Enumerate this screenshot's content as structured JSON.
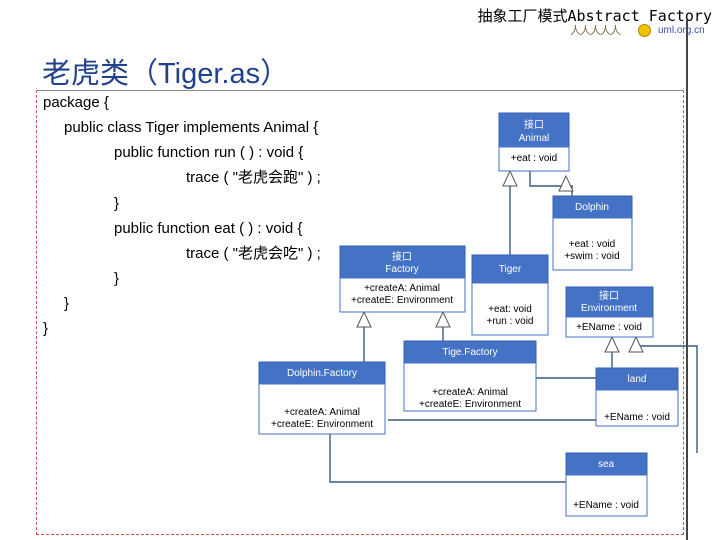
{
  "header": {
    "title": "抽象工厂模式Abstract Factory",
    "logo_url": "uml.org.cn"
  },
  "slide": {
    "title": "老虎类（Tiger.as）"
  },
  "code": [
    "package {",
    "public class Tiger implements Animal {",
    "public function run ( ) : void {",
    "trace ( \"老虎会跑\" ) ;",
    "}",
    "public function eat ( ) : void {",
    "trace ( \"老虎会吃\" ) ;",
    "}",
    "}",
    "}"
  ],
  "diagram": {
    "animal": {
      "stereotype": "接口",
      "name": "Animal",
      "members": [
        "+eat : void"
      ]
    },
    "dolphin": {
      "name": "Dolphin",
      "members": [
        "+eat : void",
        "+swim : void"
      ]
    },
    "factory": {
      "stereotype": "接口",
      "name": "Factory",
      "members": [
        "+createA: Animal",
        "+createE: Environment"
      ]
    },
    "tiger": {
      "name": "Tiger",
      "members": [
        "+eat: void",
        "+run : void"
      ]
    },
    "environment": {
      "stereotype": "接口",
      "name": "Environment",
      "members": [
        "+EName : void"
      ]
    },
    "tigefactory": {
      "name": "Tige.Factory",
      "members": [
        "+createA: Animal",
        "+createE: Environment"
      ]
    },
    "dolphinfactory": {
      "name": "Dolphin.Factory",
      "members": [
        "+createA: Animal",
        "+createE: Environment"
      ]
    },
    "land": {
      "name": "land",
      "members": [
        "+EName : void"
      ]
    },
    "sea": {
      "name": "sea",
      "members": [
        "+EName : void"
      ]
    }
  }
}
